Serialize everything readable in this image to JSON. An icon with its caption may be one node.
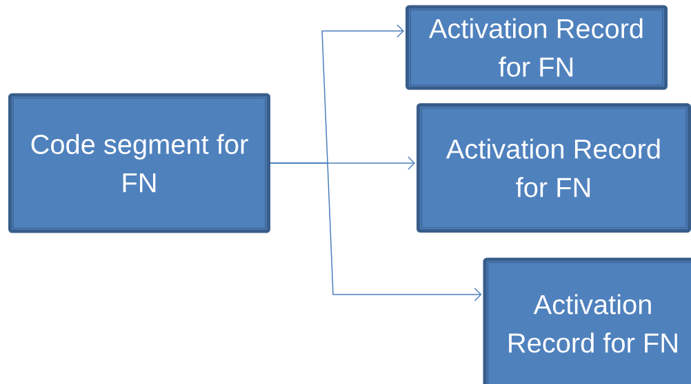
{
  "diagram": {
    "nodes": [
      {
        "text": [
          "Code segment for FN"
        ]
      },
      {
        "text": [
          "Activation Record for FN"
        ]
      },
      {
        "text": [
          "Activation Record for FN"
        ]
      },
      {
        "text": [
          "Activation Record for FN"
        ]
      }
    ],
    "edges": [
      {
        "from": 0,
        "to": 1,
        "arrow": "to"
      },
      {
        "from": 0,
        "to": 2,
        "arrow": "to"
      },
      {
        "from": 0,
        "to": 3,
        "arrow": "to"
      }
    ]
  }
}
